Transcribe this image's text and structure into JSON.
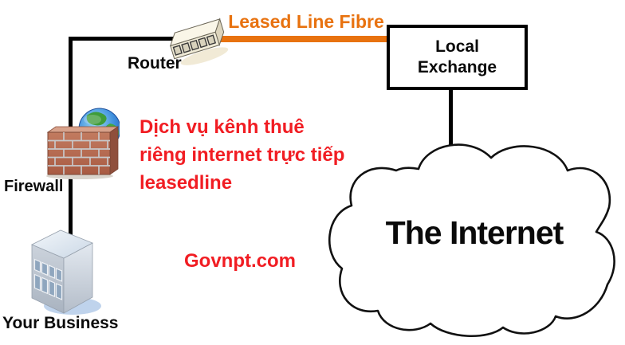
{
  "nodes": {
    "router": {
      "label": "Router"
    },
    "local_exchange": {
      "lines": [
        "Local",
        "Exchange"
      ]
    },
    "firewall": {
      "label": "Firewall"
    },
    "your_business": {
      "label": "Your Business"
    },
    "internet": {
      "label": "The Internet"
    }
  },
  "links": {
    "leased_line": {
      "label": "Leased Line Fibre",
      "color": "#e8720f"
    }
  },
  "annotations": {
    "service": {
      "lines": [
        "Dịch vụ kênh thuê",
        "riêng internet trực tiếp",
        "leasedline"
      ],
      "color": "#f11d23"
    },
    "watermark": {
      "text": "Govnpt.com",
      "color": "#f11d23"
    }
  },
  "colors": {
    "connector": "#000000",
    "box_border": "#000000",
    "background": "#ffffff"
  }
}
